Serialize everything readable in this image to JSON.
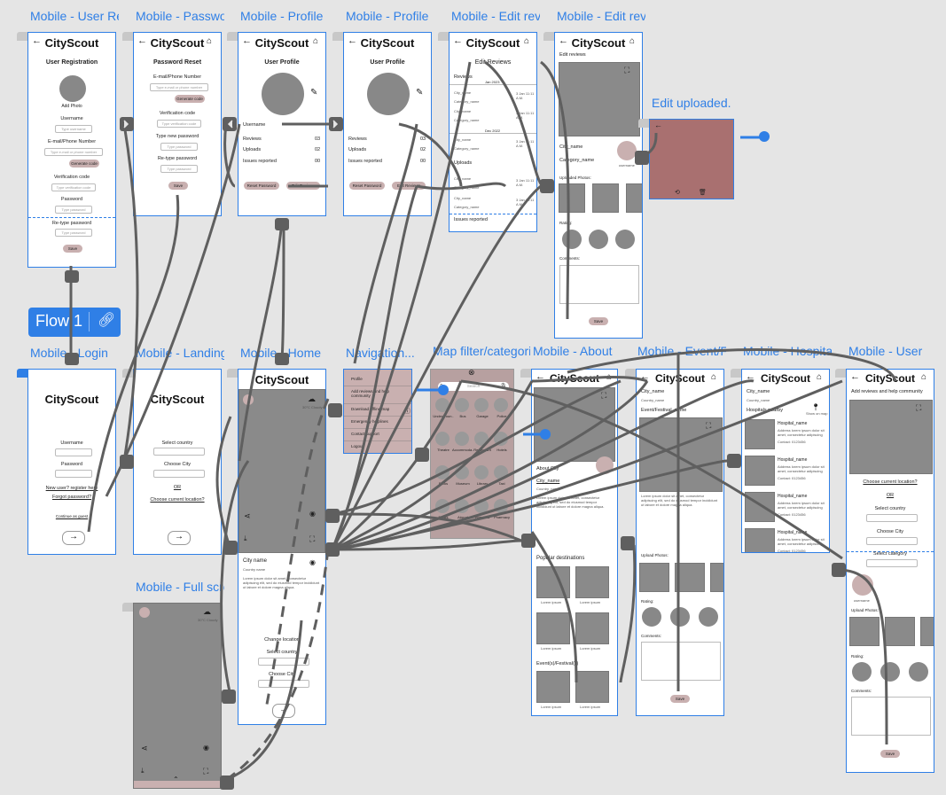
{
  "app": "CityScout",
  "flow_button": {
    "label": "Flow 1"
  },
  "frame_labels": {
    "user_reg": "Mobile - User Registration",
    "pass_reset": "Mobile - Password Reset",
    "profile1": "Mobile - Profile",
    "profile2": "Mobile - Profile",
    "edit_reviews1": "Mobile - Edit reviews",
    "edit_reviews2": "Mobile - Edit reviews",
    "edit_uploaded": "Edit uploaded...",
    "login": "Mobile - Login",
    "landing": "Mobile - Landing",
    "home": "Mobile - Home",
    "navigation": "Navigation...",
    "map_filter": "Map filter/categories",
    "about": "Mobile - About",
    "event": "Mobile - Event/Festival",
    "hospital": "Mobile - Hospitals",
    "user_add": "Mobile - User",
    "full_screen": "Mobile - Full screen"
  },
  "reg": {
    "title": "User Registration",
    "add_photo": "Add Photo",
    "username": "Username",
    "username_ph": "Type username",
    "email": "E-mail/Phone Number",
    "email_ph": "Type e-mail or phone number",
    "gen_code": "Generate code",
    "verif": "Verification code",
    "verif_ph": "Type verification code",
    "password": "Password",
    "password_ph": "Type password",
    "retype": "Re-type password",
    "retype_ph": "Type password",
    "save": "Save"
  },
  "reset": {
    "title": "Password Reset",
    "email": "E-mail/Phone Number",
    "email_ph": "Type e-mail or phone number",
    "gen_code": "Generate code",
    "verif": "Verification code",
    "verif_ph": "Type verification code",
    "newpass": "Type new password",
    "newpass_ph": "Type password",
    "retype": "Re-type password",
    "retype_ph": "Type password",
    "save": "Save"
  },
  "profile": {
    "title": "User Profile",
    "username": "Username",
    "reviews": "Reviews",
    "reviews_n": "03",
    "uploads": "Uploads",
    "uploads_n": "02",
    "issues": "Issues reported",
    "issues_n": "00",
    "reset_btn": "Reset Password",
    "edit_btn": "Edit Reviews"
  },
  "edit_reviews": {
    "title": "Edit Reviews",
    "reviews": "Reviews",
    "date1": "Jan 2023",
    "date2": "Dec 2022",
    "city": "City_name",
    "cat": "Category_name",
    "uploads": "Uploads",
    "issues": "Issues reported",
    "time": "3 Jan 11:11 A.M."
  },
  "edit_reviews2": {
    "title": "Edit reviews",
    "city": "City_name",
    "cat": "Category_name",
    "username": "username",
    "uploaded": "Uploaded Photos:",
    "rating": "Rating:",
    "comments": "Comments:",
    "save": "Save"
  },
  "login": {
    "username": "Username",
    "password": "Password",
    "register": "New user? register here",
    "forgot": "Forgot password?",
    "guest": "Continue as guest"
  },
  "landing": {
    "country": "Select country",
    "city": "Choose City",
    "or": "OR",
    "current": "Choose current location?"
  },
  "home": {
    "weather": "30°C Cloudy",
    "city": "City name",
    "country": "Country name",
    "lorem": "Lorem ipsum dolor sit amet, consectetur adipiscing elit, sed do eiusmod tempor incididunt ut labore et dolore magna aliqua.",
    "change": "Change location",
    "country_sel": "Select country",
    "city_sel": "Choose City"
  },
  "nav": {
    "items": [
      "Profile",
      "Add reviews and help community",
      "Download offline map",
      "Emergency helplines",
      "Contact support",
      "Logout"
    ]
  },
  "map": {
    "search": "Search",
    "cats": [
      "Undergroun..",
      "Bus",
      "Garage",
      "Police",
      "Theatre",
      "Accommoda..",
      "Restaurant",
      "Hotels",
      "Parks",
      "Museum",
      "Library",
      "Taxi",
      "Banks",
      "Airport",
      "Hospitals",
      "Pharmacy"
    ]
  },
  "about": {
    "city": "CityScout",
    "about": "About City",
    "city_name": "City_name",
    "country": "Country_name",
    "popular": "Popular destinations",
    "events": "Event(s)/Festival(s)",
    "lorem": "Lorem ipsum"
  },
  "event": {
    "city": "City_name",
    "country": "Country_name",
    "event": "Event/Festival_name",
    "upload": "Upload Photos:",
    "rating": "Rating:",
    "comments": "Comments:",
    "save": "Save"
  },
  "hospital": {
    "city": "City_name",
    "country": "Country_name",
    "nearby": "Hospitals nearby",
    "map": "Show on map",
    "name": "Hospital_name",
    "addr": "Address lorem ipsum dolor sit amet, consectetur adipiscing elit.",
    "contact": "Contact: 0123456"
  },
  "user_add": {
    "title": "Add reviews and help community",
    "current": "Choose current location?",
    "or": "OR",
    "country": "Select country",
    "city": "Choose City",
    "cat": "Select category",
    "username": "username",
    "upload": "Upload Photos:",
    "rating": "Rating:",
    "comments": "Comments:",
    "save": "Save"
  },
  "fullscreen": {
    "weather": "30°C Cloudy"
  }
}
